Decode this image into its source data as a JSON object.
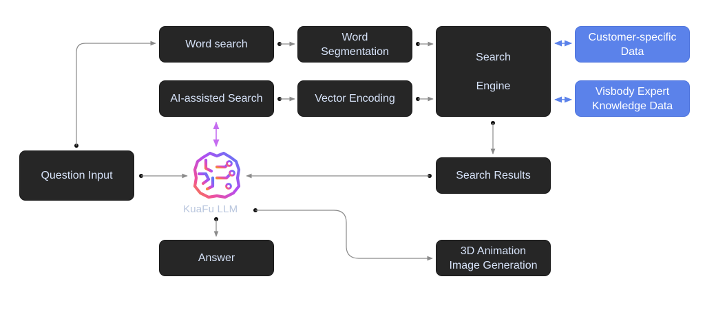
{
  "diagram": {
    "type": "flowchart",
    "nodes": {
      "word_search": "Word search",
      "ai_search": "AI-assisted Search",
      "word_segmentation": "Word\nSegmentation",
      "vector_encoding": "Vector Encoding",
      "search_engine": "Search\n\nEngine",
      "customer_data": "Customer-specific\nData",
      "expert_data": "Visbody Expert\nKnowledge Data",
      "question_input": "Question Input",
      "search_results": "Search Results",
      "answer": "Answer",
      "animation": "3D Animation\nImage Generation",
      "llm": "KuaFu LLM"
    },
    "edges": [
      {
        "from": "Question Input",
        "to": "Word search"
      },
      {
        "from": "Word search",
        "to": "Word Segmentation"
      },
      {
        "from": "AI-assisted Search",
        "to": "Vector Encoding"
      },
      {
        "from": "Word Segmentation",
        "to": "Search Engine"
      },
      {
        "from": "Vector Encoding",
        "to": "Search Engine"
      },
      {
        "from": "Search Engine",
        "to": "Customer-specific Data",
        "bidirectional": true
      },
      {
        "from": "Search Engine",
        "to": "Visbody Expert Knowledge Data",
        "bidirectional": true
      },
      {
        "from": "Search Engine",
        "to": "Search Results"
      },
      {
        "from": "Search Results",
        "to": "KuaFu LLM"
      },
      {
        "from": "Question Input",
        "to": "KuaFu LLM"
      },
      {
        "from": "KuaFu LLM",
        "to": "AI-assisted Search",
        "bidirectional": true
      },
      {
        "from": "KuaFu LLM",
        "to": "Answer"
      },
      {
        "from": "KuaFu LLM",
        "to": "3D Animation Image Generation"
      }
    ],
    "colors": {
      "node_dark": "#262626",
      "node_text": "#d6e2f8",
      "node_blue": "#5b82ea",
      "edge_gray": "#8a8a8a",
      "edge_blue": "#5b82ea",
      "edge_purple": "#c56cf0",
      "brain_gradient": [
        "#5b7cf5",
        "#b44cf0",
        "#f0509a",
        "#f58a3a"
      ]
    }
  }
}
